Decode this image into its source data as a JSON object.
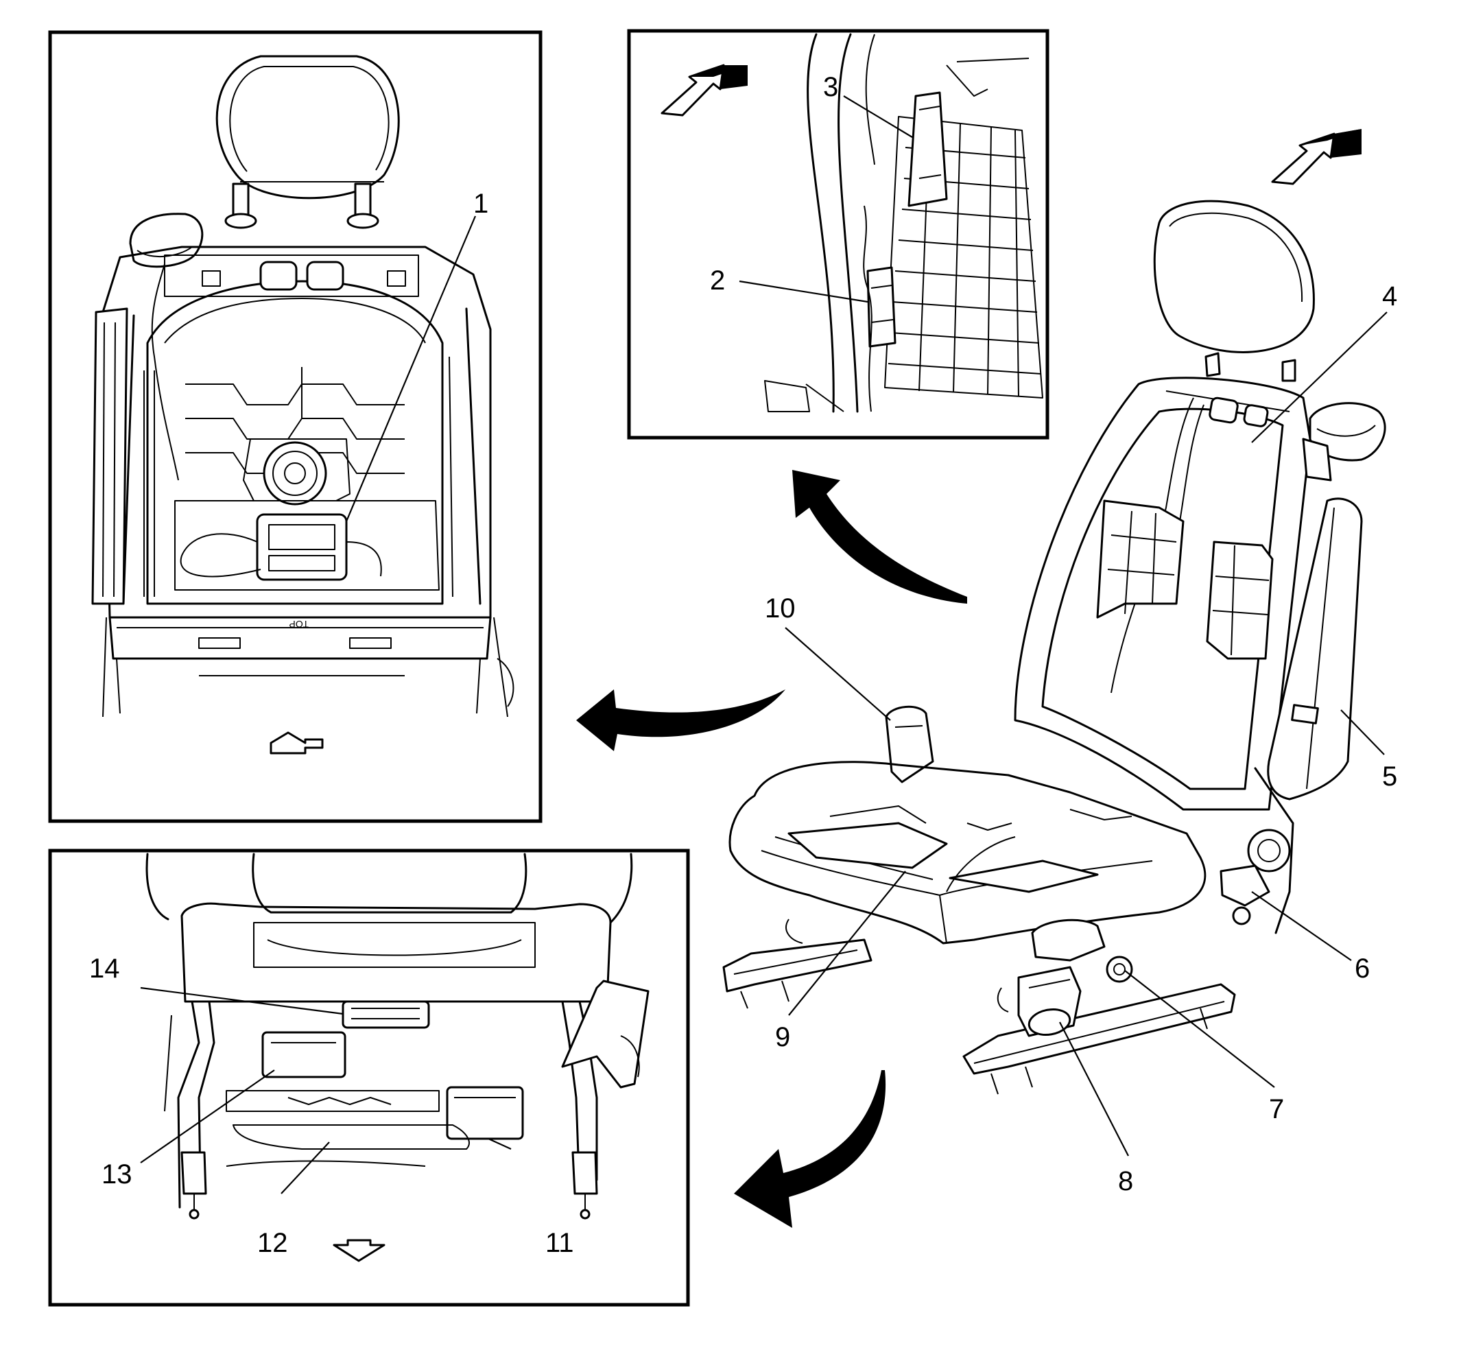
{
  "callouts": {
    "c1": "1",
    "c2": "2",
    "c3": "3",
    "c4": "4",
    "c5": "5",
    "c6": "6",
    "c7": "7",
    "c8": "8",
    "c9": "9",
    "c10": "10",
    "c11": "11",
    "c12": "12",
    "c13": "13",
    "c14": "14"
  },
  "stamped_text": {
    "top_mark": "TOP"
  }
}
